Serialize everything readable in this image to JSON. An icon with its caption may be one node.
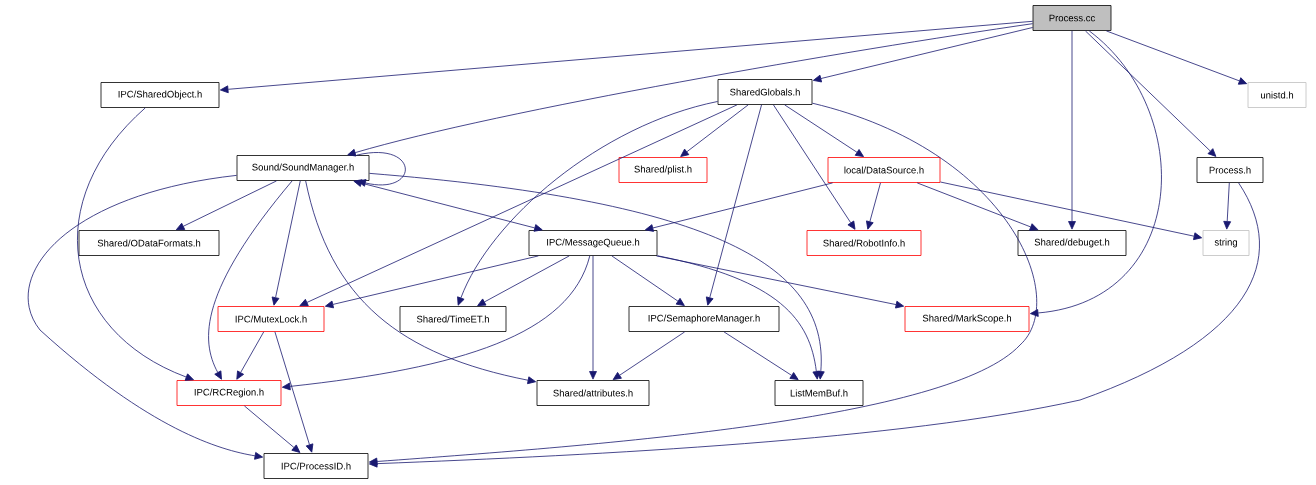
{
  "diagram": {
    "nodes": [
      {
        "text": [
          "Process.cc"
        ]
      },
      {
        "text": [
          "IPC/SharedObject.h"
        ]
      },
      {
        "text": [
          "SharedGlobals.h"
        ]
      },
      {
        "text": [
          "unistd.h"
        ]
      },
      {
        "text": [
          "Sound/SoundManager.h"
        ]
      },
      {
        "text": [
          "Shared/plist.h"
        ]
      },
      {
        "text": [
          "local/DataSource.h"
        ]
      },
      {
        "text": [
          "Process.h"
        ]
      },
      {
        "text": [
          "Shared/ODataFormats.h"
        ]
      },
      {
        "text": [
          "IPC/MessageQueue.h"
        ]
      },
      {
        "text": [
          "Shared/RobotInfo.h"
        ]
      },
      {
        "text": [
          "Shared/debuget.h"
        ]
      },
      {
        "text": [
          "string"
        ]
      },
      {
        "text": [
          "IPC/MutexLock.h"
        ]
      },
      {
        "text": [
          "Shared/TimeET.h"
        ]
      },
      {
        "text": [
          "IPC/SemaphoreManager.h"
        ]
      },
      {
        "text": [
          "Shared/MarkScope.h"
        ]
      },
      {
        "text": [
          "IPC/RCRegion.h"
        ]
      },
      {
        "text": [
          "Shared/attributes.h"
        ]
      },
      {
        "text": [
          "ListMemBuf.h"
        ]
      },
      {
        "text": [
          "IPC/ProcessID.h"
        ]
      }
    ],
    "edges": [
      {
        "from": 0,
        "to": 1,
        "arrow": "to"
      },
      {
        "from": 0,
        "to": 4,
        "arrow": "to"
      },
      {
        "from": 0,
        "to": 2,
        "arrow": "to"
      },
      {
        "from": 0,
        "to": 11,
        "arrow": "to"
      },
      {
        "from": 0,
        "to": 16,
        "arrow": "to"
      },
      {
        "from": 0,
        "to": 7,
        "arrow": "to"
      },
      {
        "from": 0,
        "to": 3,
        "arrow": "to"
      },
      {
        "from": 1,
        "to": 17,
        "arrow": "to"
      },
      {
        "from": 2,
        "to": 5,
        "arrow": "to"
      },
      {
        "from": 2,
        "to": 6,
        "arrow": "to"
      },
      {
        "from": 2,
        "to": 10,
        "arrow": "to"
      },
      {
        "from": 2,
        "to": 13,
        "arrow": "to"
      },
      {
        "from": 2,
        "to": 14,
        "arrow": "to"
      },
      {
        "from": 2,
        "to": 15,
        "arrow": "to"
      },
      {
        "from": 2,
        "to": 20,
        "arrow": "to"
      },
      {
        "from": 4,
        "to": 4,
        "arrow": "to"
      },
      {
        "from": 4,
        "to": 8,
        "arrow": "to"
      },
      {
        "from": 4,
        "to": 13,
        "arrow": "to"
      },
      {
        "from": 4,
        "to": 17,
        "arrow": "to"
      },
      {
        "from": 4,
        "to": 20,
        "arrow": "to"
      },
      {
        "from": 4,
        "to": 18,
        "arrow": "to"
      },
      {
        "from": 4,
        "to": 19,
        "arrow": "to"
      },
      {
        "from": 4,
        "to": 9,
        "arrow": "both"
      },
      {
        "from": 6,
        "to": 9,
        "arrow": "to"
      },
      {
        "from": 6,
        "to": 10,
        "arrow": "to"
      },
      {
        "from": 6,
        "to": 11,
        "arrow": "to"
      },
      {
        "from": 6,
        "to": 12,
        "arrow": "to"
      },
      {
        "from": 7,
        "to": 12,
        "arrow": "to"
      },
      {
        "from": 7,
        "to": 20,
        "arrow": "to"
      },
      {
        "from": 9,
        "to": 13,
        "arrow": "to"
      },
      {
        "from": 9,
        "to": 14,
        "arrow": "to"
      },
      {
        "from": 9,
        "to": 17,
        "arrow": "to"
      },
      {
        "from": 9,
        "to": 18,
        "arrow": "to"
      },
      {
        "from": 9,
        "to": 15,
        "arrow": "to"
      },
      {
        "from": 9,
        "to": 19,
        "arrow": "to"
      },
      {
        "from": 9,
        "to": 16,
        "arrow": "to"
      },
      {
        "from": 13,
        "to": 17,
        "arrow": "to"
      },
      {
        "from": 13,
        "to": 20,
        "arrow": "to"
      },
      {
        "from": 17,
        "to": 20,
        "arrow": "to"
      },
      {
        "from": 15,
        "to": 18,
        "arrow": "to"
      },
      {
        "from": 15,
        "to": 19,
        "arrow": "to"
      }
    ]
  }
}
